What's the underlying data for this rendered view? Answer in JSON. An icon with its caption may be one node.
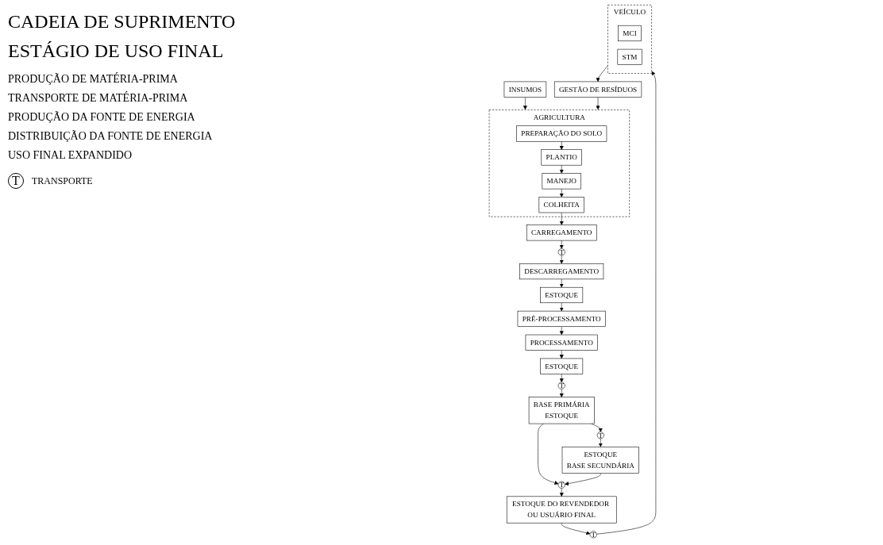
{
  "diagram": {
    "title": "CADEIA DE SUPRIMENTO",
    "nodes": [
      {
        "text": [
          "INSUMOS"
        ]
      },
      {
        "text": [
          "AGRICULTURA"
        ]
      },
      {
        "text": [
          "PREPARAÇÃO DO SOLO"
        ],
        "in": 1
      },
      {
        "text": [
          "PLANTIO"
        ],
        "in": 1
      },
      {
        "text": [
          "MANEJO"
        ],
        "in": 1
      },
      {
        "text": [
          "COLHEITA"
        ],
        "in": 1
      },
      {
        "text": [
          "DESCARREGAMENTO"
        ]
      },
      {
        "text": [
          "T"
        ]
      },
      {
        "text": [
          "CARREGAMENTO"
        ]
      },
      {
        "text": [
          "ESTOQUE"
        ]
      },
      {
        "text": [
          "PRÉ-PROCESSAMENTO"
        ]
      },
      {
        "text": [
          "PROCESSAMENTO"
        ]
      },
      {
        "text": [
          "ESTOQUE"
        ]
      },
      {
        "text": [
          "T"
        ]
      },
      {
        "text": [
          "BASE PRIMÁRIA",
          "ESTOQUE"
        ]
      },
      {
        "text": [
          "T"
        ]
      },
      {
        "text": [
          "T"
        ]
      },
      {
        "text": [
          "ESTOQUE",
          "BASE SECUNDÁRIA"
        ]
      },
      {
        "text": [
          "ESTOQUE DO REVENDEDOR OU USUÁRIO FINAL"
        ]
      },
      {
        "text": [
          "T"
        ]
      },
      {
        "text": [
          "VEÍCULO"
        ]
      },
      {
        "text": [
          "MCI"
        ],
        "in": 20
      },
      {
        "text": [
          "STM"
        ],
        "in": 20
      },
      {
        "text": [
          "GESTÃO DE RESÍDUOS"
        ]
      }
    ],
    "edges": [
      {
        "from": 0,
        "to": 1,
        "arrow": "to"
      },
      {
        "from": 2,
        "to": 3,
        "arrow": "to"
      },
      {
        "from": 3,
        "to": 4,
        "arrow": "to"
      },
      {
        "from": 4,
        "to": 5,
        "arrow": "to"
      },
      {
        "from": 5,
        "to": 8,
        "arrow": "to"
      },
      {
        "from": 8,
        "to": 7,
        "arrow": "to"
      },
      {
        "from": 7,
        "to": 6,
        "arrow": "to"
      },
      {
        "from": 6,
        "to": 9,
        "arrow": "to"
      },
      {
        "from": 9,
        "to": 10,
        "arrow": "to"
      },
      {
        "from": 10,
        "to": 11,
        "arrow": "to"
      },
      {
        "from": 11,
        "to": 12,
        "arrow": "to"
      },
      {
        "from": 12,
        "to": 13,
        "arrow": "to"
      },
      {
        "from": 13,
        "to": 14,
        "arrow": "to"
      },
      {
        "from": 14,
        "to": 15,
        "arrow": "to"
      },
      {
        "from": 15,
        "to": 17,
        "arrow": "to"
      },
      {
        "from": 14,
        "to": 16,
        "arrow": "to"
      },
      {
        "from": 17,
        "to": 16,
        "arrow": "to"
      },
      {
        "from": 16,
        "to": 18,
        "arrow": "to"
      },
      {
        "from": 18,
        "to": 19,
        "arrow": "to"
      },
      {
        "from": 19,
        "to": 20,
        "arrow": "to"
      },
      {
        "from": 20,
        "to": 23,
        "arrow": "to"
      },
      {
        "from": 23,
        "to": 1,
        "arrow": "to"
      }
    ],
    "labels": [
      "ESTÁGIO DE USO FINAL",
      "PRODUÇÃO DE MATÉRIA-PRIMA",
      "TRANSPORTE DE MATÉRIA-PRIMA",
      "PRODUÇÃO DA FONTE DE ENERGIA",
      "DISTRIBUIÇÃO DA FONTE DE ENERGIA",
      "USO FINAL EXPANDIDO",
      "T"
    ],
    "legend": [
      {
        "text": "TRANSPORTE"
      }
    ]
  }
}
